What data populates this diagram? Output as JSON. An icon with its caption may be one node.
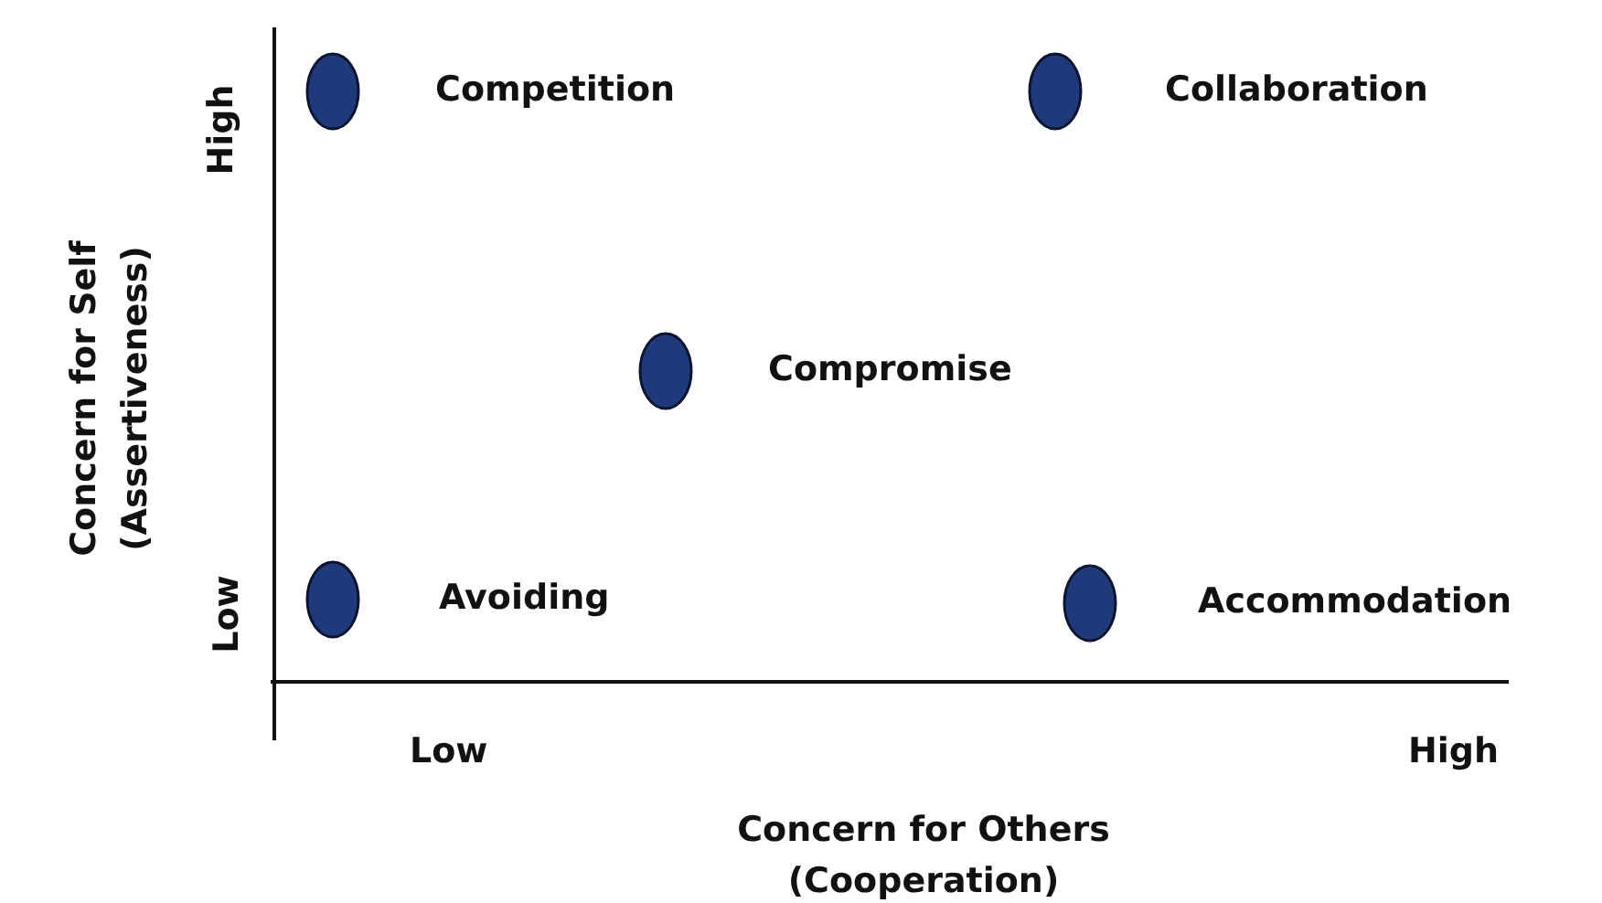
{
  "diagram": {
    "nodes": [
      {
        "text": [],
        "shape": "circle",
        "beside": [
          "Competition"
        ]
      },
      {
        "text": [],
        "shape": "circle",
        "beside": [
          "Collaboration"
        ]
      },
      {
        "text": [],
        "shape": "circle",
        "beside": [
          "Compromise"
        ]
      },
      {
        "text": [],
        "shape": "circle",
        "beside": [
          "Avoiding"
        ]
      },
      {
        "text": [],
        "shape": "circle",
        "beside": [
          "Accommodation"
        ]
      }
    ],
    "labels": [
      "High",
      "Concern for Self (Assertiveness)",
      "Low",
      "Low",
      "High",
      "Concern for Others (Cooperation)"
    ]
  }
}
